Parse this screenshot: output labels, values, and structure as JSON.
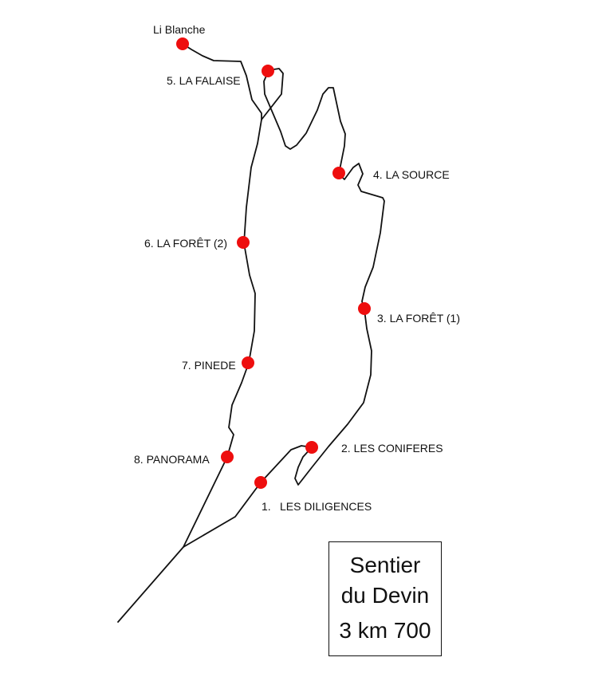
{
  "map": {
    "colors": {
      "trail": "#111111",
      "stop": "#ee0e0e",
      "background": "#ffffff"
    },
    "start_label": "Li Blanche",
    "stops": [
      {
        "id": "diligences",
        "number": "1.",
        "name": "LES DILIGENCES"
      },
      {
        "id": "coniferes",
        "label": "2. LES CONIFERES"
      },
      {
        "id": "foret1",
        "label": "3. LA FORÊT (1)"
      },
      {
        "id": "source",
        "label": "4. LA SOURCE"
      },
      {
        "id": "falaise",
        "label": "5. LA FALAISE"
      },
      {
        "id": "foret2",
        "label": "6. LA FORÊT (2)"
      },
      {
        "id": "pinede",
        "label": "7. PINEDE"
      },
      {
        "id": "panorama",
        "label": "8. PANORAMA"
      }
    ],
    "title": {
      "line1": "Sentier",
      "line2": "du Devin",
      "distance": "3 km 700"
    }
  }
}
